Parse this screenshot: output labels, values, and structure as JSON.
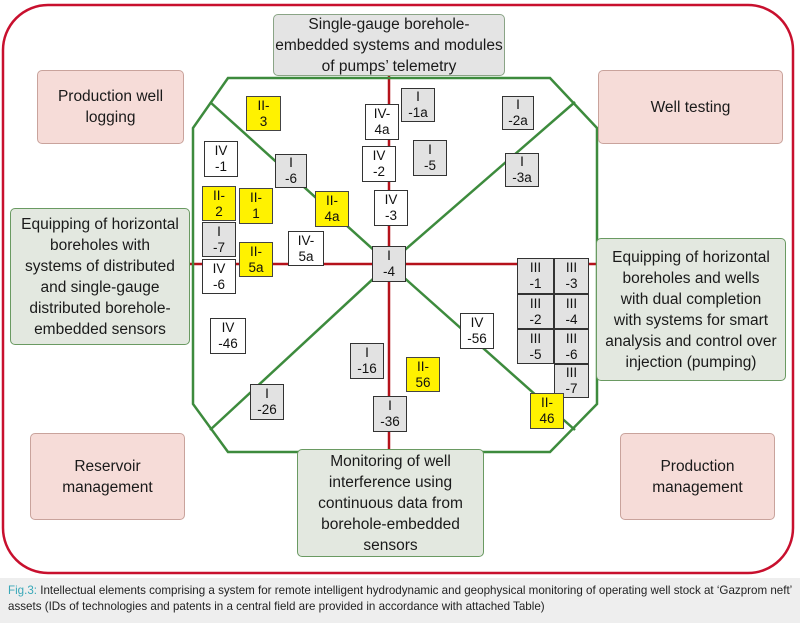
{
  "diagram": {
    "top_box": "Single-gauge borehole-\nembedded systems and modules\nof pumps’ telemetry",
    "bottom_box": "Monitoring of well\ninterference using\ncontinuous data from\nborehole-embedded\nsensors",
    "left_box": "Equipping of horizontal\nboreholes with\nsystems of distributed\nand single-gauge\ndistributed borehole-\nembedded sensors",
    "right_box": "Equipping of horizontal\nboreholes and wells\nwith dual completion\nwith systems for smart\nanalysis and control over\ninjection (pumping)",
    "corner_top_left": "Production well\nlogging",
    "corner_top_right": "Well testing",
    "corner_bottom_left": "Reservoir\nmanagement",
    "corner_bottom_right": "Production\nmanagement",
    "tiles": [
      {
        "id": "ii-3",
        "label": "II-\n3",
        "style": "yellow"
      },
      {
        "id": "iv-4a",
        "label": "IV-\n4a",
        "style": "white"
      },
      {
        "id": "i-1a",
        "label": "I\n-1a",
        "style": "gray"
      },
      {
        "id": "i-2a",
        "label": "I\n-2a",
        "style": "gray"
      },
      {
        "id": "iv-1",
        "label": "IV\n-1",
        "style": "white"
      },
      {
        "id": "i-6",
        "label": "I\n-6",
        "style": "gray"
      },
      {
        "id": "iv-2",
        "label": "IV\n-2",
        "style": "white"
      },
      {
        "id": "i-5",
        "label": "I\n-5",
        "style": "gray"
      },
      {
        "id": "i-3a",
        "label": "I\n-3a",
        "style": "gray"
      },
      {
        "id": "ii-2",
        "label": "II-\n2",
        "style": "yellow"
      },
      {
        "id": "ii-1",
        "label": "II-\n1",
        "style": "yellow"
      },
      {
        "id": "ii-4a",
        "label": "II-\n4a",
        "style": "yellow"
      },
      {
        "id": "iv-3",
        "label": "IV\n-3",
        "style": "white"
      },
      {
        "id": "i-7",
        "label": "I\n-7",
        "style": "gray"
      },
      {
        "id": "ii-5a",
        "label": "II-\n5a",
        "style": "yellow"
      },
      {
        "id": "iv-5a",
        "label": "IV-\n5a",
        "style": "white"
      },
      {
        "id": "i-4",
        "label": "I\n-4",
        "style": "gray"
      },
      {
        "id": "iv-6",
        "label": "IV\n-6",
        "style": "white"
      },
      {
        "id": "iii-1",
        "label": "III\n-1",
        "style": "gray"
      },
      {
        "id": "iii-3",
        "label": "III\n-3",
        "style": "gray"
      },
      {
        "id": "iii-2",
        "label": "III\n-2",
        "style": "gray"
      },
      {
        "id": "iii-4",
        "label": "III\n-4",
        "style": "gray"
      },
      {
        "id": "iii-5",
        "label": "III\n-5",
        "style": "gray"
      },
      {
        "id": "iii-6",
        "label": "III\n-6",
        "style": "gray"
      },
      {
        "id": "iii-7",
        "label": "III\n-7",
        "style": "gray"
      },
      {
        "id": "iv-46",
        "label": "IV\n-46",
        "style": "white"
      },
      {
        "id": "iv-56",
        "label": "IV\n-56",
        "style": "white"
      },
      {
        "id": "i-16",
        "label": "I\n-16",
        "style": "gray"
      },
      {
        "id": "ii-56",
        "label": "II-\n56",
        "style": "yellow"
      },
      {
        "id": "i-26",
        "label": "I\n-26",
        "style": "gray"
      },
      {
        "id": "i-36",
        "label": "I\n-36",
        "style": "gray"
      },
      {
        "id": "ii-46",
        "label": "II-\n46",
        "style": "yellow"
      }
    ],
    "colors": {
      "outer_frame": "#c8102e",
      "inner_frame": "#3d8b3d",
      "axis_lines": "#b5121b",
      "highlight_tile": "#fff200"
    }
  },
  "caption": {
    "label": "Fig.3:",
    "text": " Intellectual elements comprising a system for remote intelligent hydrodynamic and geophysical monitoring of operating well stock at ‘Gazprom neft’ assets (IDs of technologies and patents in a central field are provided in accordance with attached Table)"
  }
}
